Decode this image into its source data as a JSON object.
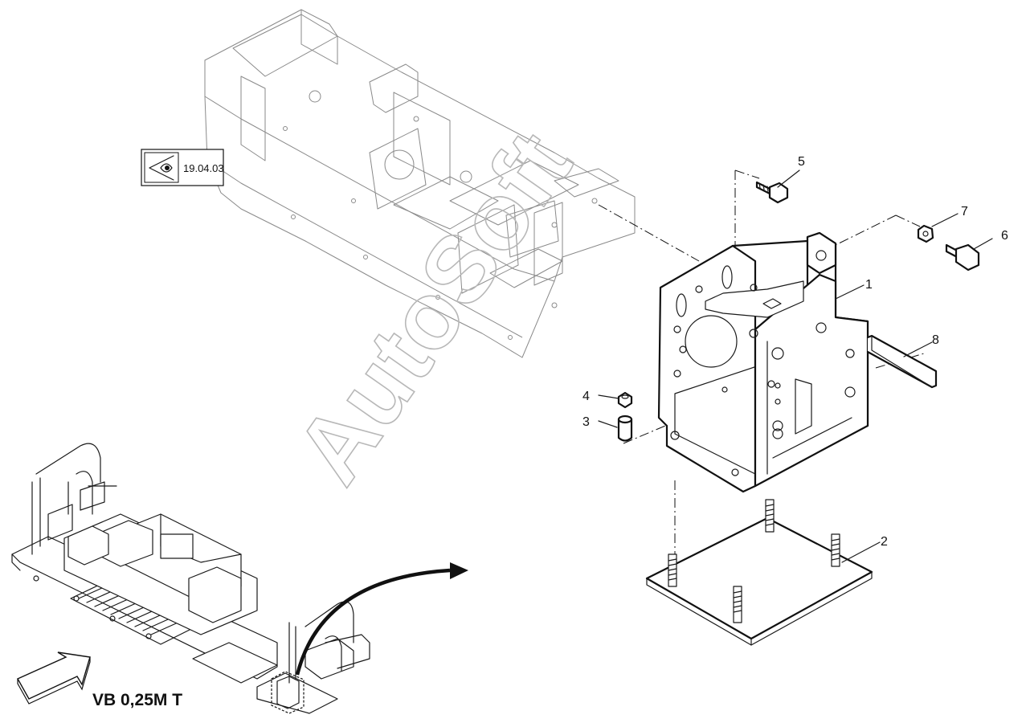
{
  "reference_box": {
    "icon": "eye-view-icon",
    "code": "19.04.03"
  },
  "callouts": [
    {
      "id": "c1",
      "label": "1"
    },
    {
      "id": "c2",
      "label": "2"
    },
    {
      "id": "c3",
      "label": "3"
    },
    {
      "id": "c4",
      "label": "4"
    },
    {
      "id": "c5",
      "label": "5"
    },
    {
      "id": "c6",
      "label": "6"
    },
    {
      "id": "c7",
      "label": "7"
    },
    {
      "id": "c8",
      "label": "8"
    }
  ],
  "view_label": "VB 0,25M T",
  "watermark": "AutoSoft",
  "colors": {
    "line": "#1a1a1a",
    "frame_line": "#8a8a8a",
    "watermark": "#b8b8b8"
  }
}
